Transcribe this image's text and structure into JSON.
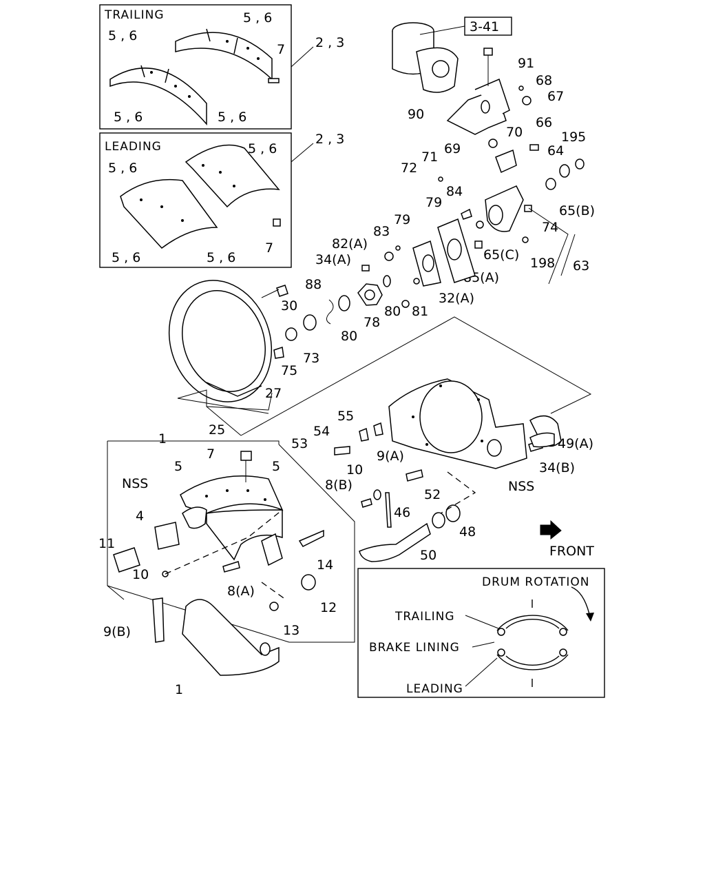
{
  "boxes": {
    "trailing": "TRAILING",
    "leading": "LEADING",
    "legend": {
      "drum_rotation": "DRUM ROTATION",
      "trailing": "TRAILING",
      "brake_lining": "BRAKE LINING",
      "leading": "LEADING"
    }
  },
  "front_label": "FRONT",
  "ref_box": "3-41",
  "callouts": {
    "tr_56_a": "5 , 6",
    "tr_56_b": "5 , 6",
    "tr_56_c": "5 , 6",
    "tr_56_d": "5 , 6",
    "tr_7": "7",
    "tr_23": "2 , 3",
    "ld_56_a": "5 , 6",
    "ld_56_b": "5 , 6",
    "ld_56_c": "5 , 6",
    "ld_56_d": "5 , 6",
    "ld_7": "7",
    "ld_23": "2 , 3",
    "c91": "91",
    "c68": "68",
    "c67": "67",
    "c90": "90",
    "c70": "70",
    "c66": "66",
    "c195": "195",
    "c64": "64",
    "c69": "69",
    "c71": "71",
    "c72": "72",
    "c84": "84",
    "c65b": "65(B)",
    "c79a": "79",
    "c79b": "79",
    "c74": "74",
    "c83": "83",
    "c82a": "82(A)",
    "c34a": "34(A)",
    "c65c": "65(C)",
    "c198": "198",
    "c63": "63",
    "c85a": "85(A)",
    "c32a": "32(A)",
    "c88": "88",
    "c30": "30",
    "c80a": "80",
    "c80b": "80",
    "c81": "81",
    "c78": "78",
    "c73": "73",
    "c75": "75",
    "c27": "27",
    "c25": "25",
    "c55": "55",
    "c54": "54",
    "c53": "53",
    "c49a": "49(A)",
    "c34b": "34(B)",
    "c9a": "9(A)",
    "c10a": "10",
    "c8b": "8(B)",
    "c52": "52",
    "cNSS1": "NSS",
    "c46": "46",
    "c48": "48",
    "c50": "50",
    "c1a": "1",
    "c7": "7",
    "c5a": "5",
    "c5b": "5",
    "cNSS2": "NSS",
    "c4": "4",
    "c11": "11",
    "c10b": "10",
    "c14": "14",
    "c8a": "8(A)",
    "c12": "12",
    "c13": "13",
    "c9b": "9(B)",
    "c1b": "1"
  }
}
